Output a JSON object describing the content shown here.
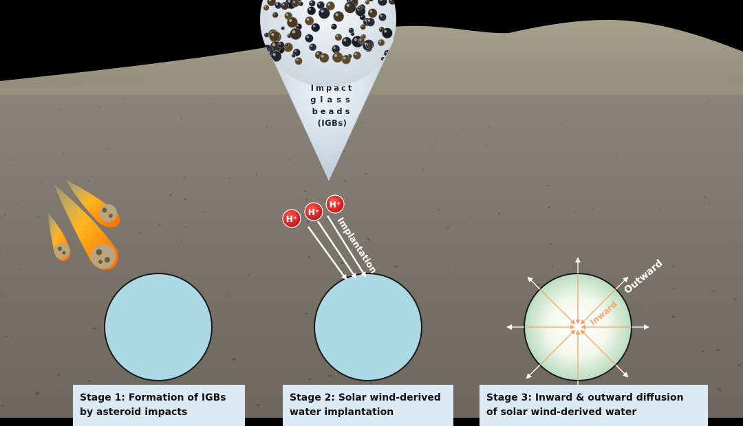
{
  "callout": {
    "line1": "Impact",
    "line2": "glass",
    "line3": "beads",
    "line4": "(IGBs)"
  },
  "ions": {
    "label": "H⁺",
    "count": 3
  },
  "labels": {
    "implantation": "Implantation",
    "inward": "Inward",
    "outward": "Outward"
  },
  "stages": [
    {
      "line1": "Stage 1: Formation of IGBs",
      "line2": "by asteroid impacts"
    },
    {
      "line1": "Stage 2: Solar wind-derived",
      "line2": "water implantation"
    },
    {
      "line1": "Stage 3: Inward & outward diffusion",
      "line2": "of solar wind-derived water"
    }
  ],
  "colors": {
    "sky": "#000000",
    "regolith": "#7f786e",
    "bead_fill": "#add8e6",
    "caption_bg": "#dbeaf4",
    "ion_red": "#d7191c",
    "inward_orange": "#f4a56a",
    "outward_white": "#ffffff"
  },
  "icons": [
    "flaming-asteroid-icon",
    "glass-beads-photo-icon",
    "hydrogen-ion-icon",
    "arrow-icon"
  ]
}
